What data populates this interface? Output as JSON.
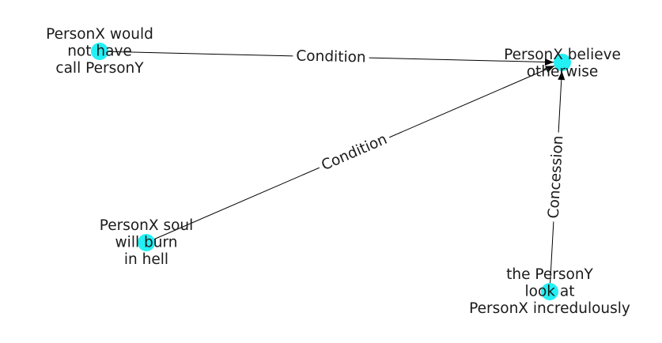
{
  "graph": {
    "node_color": "#22f0f4",
    "edge_color": "#000000",
    "label_background": "#ffffff",
    "nodes": [
      {
        "id": "n1",
        "lines": [
          "PersonX would",
          "not have",
          "call PersonY"
        ]
      },
      {
        "id": "n2",
        "lines": [
          "PersonX believe",
          "otherwise"
        ]
      },
      {
        "id": "n3",
        "lines": [
          "PersonX soul",
          "will burn",
          "in hell"
        ]
      },
      {
        "id": "n4",
        "lines": [
          "the PersonY",
          "look at",
          "PersonX incredulously"
        ]
      }
    ],
    "edges": [
      {
        "from": "n1",
        "to": "n2",
        "label": "Condition"
      },
      {
        "from": "n3",
        "to": "n2",
        "label": "Condition"
      },
      {
        "from": "n4",
        "to": "n2",
        "label": "Concession"
      }
    ]
  }
}
